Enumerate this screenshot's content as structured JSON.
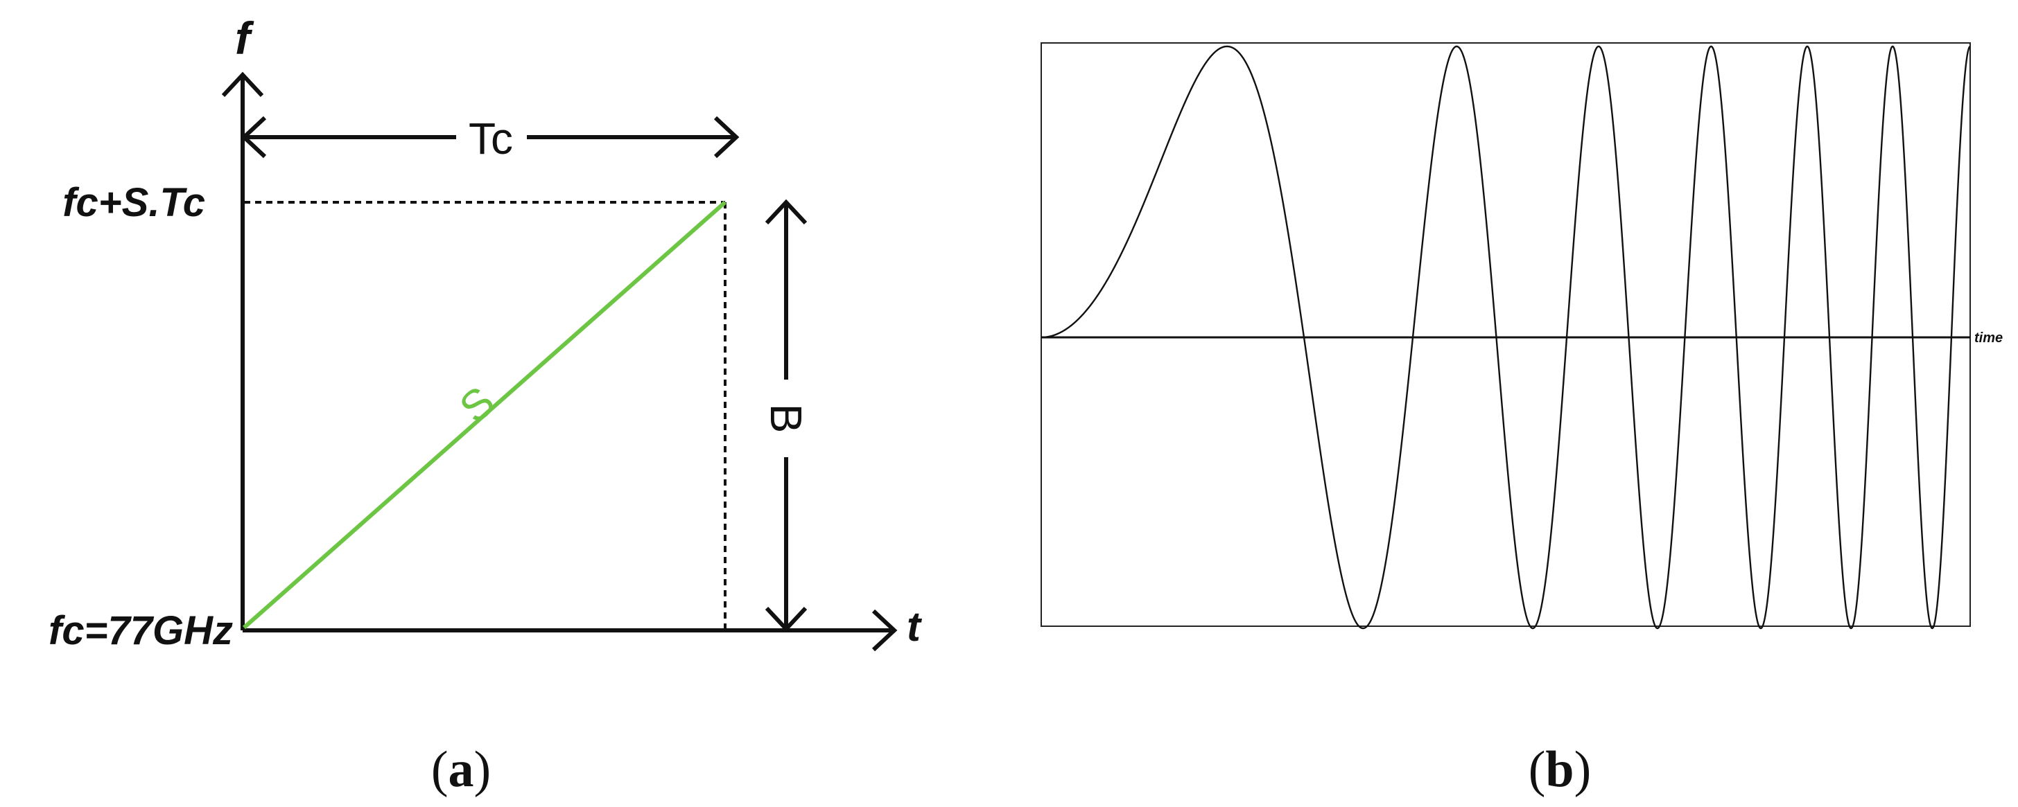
{
  "panel_a": {
    "y_axis_label": "f",
    "x_axis_label": "t",
    "chirp_duration_label": "Tc",
    "bandwidth_label": "B",
    "slope_label": "S",
    "top_frequency_label": "fc+S.Tc",
    "start_frequency_label": "fc=77GHz",
    "ramp_color": "#6cc644",
    "caption_open": "(",
    "caption_letter": "a",
    "caption_close": ")"
  },
  "panel_b": {
    "time_axis_label": "time",
    "caption_open": "(",
    "caption_letter": "b",
    "caption_close": ")"
  }
}
